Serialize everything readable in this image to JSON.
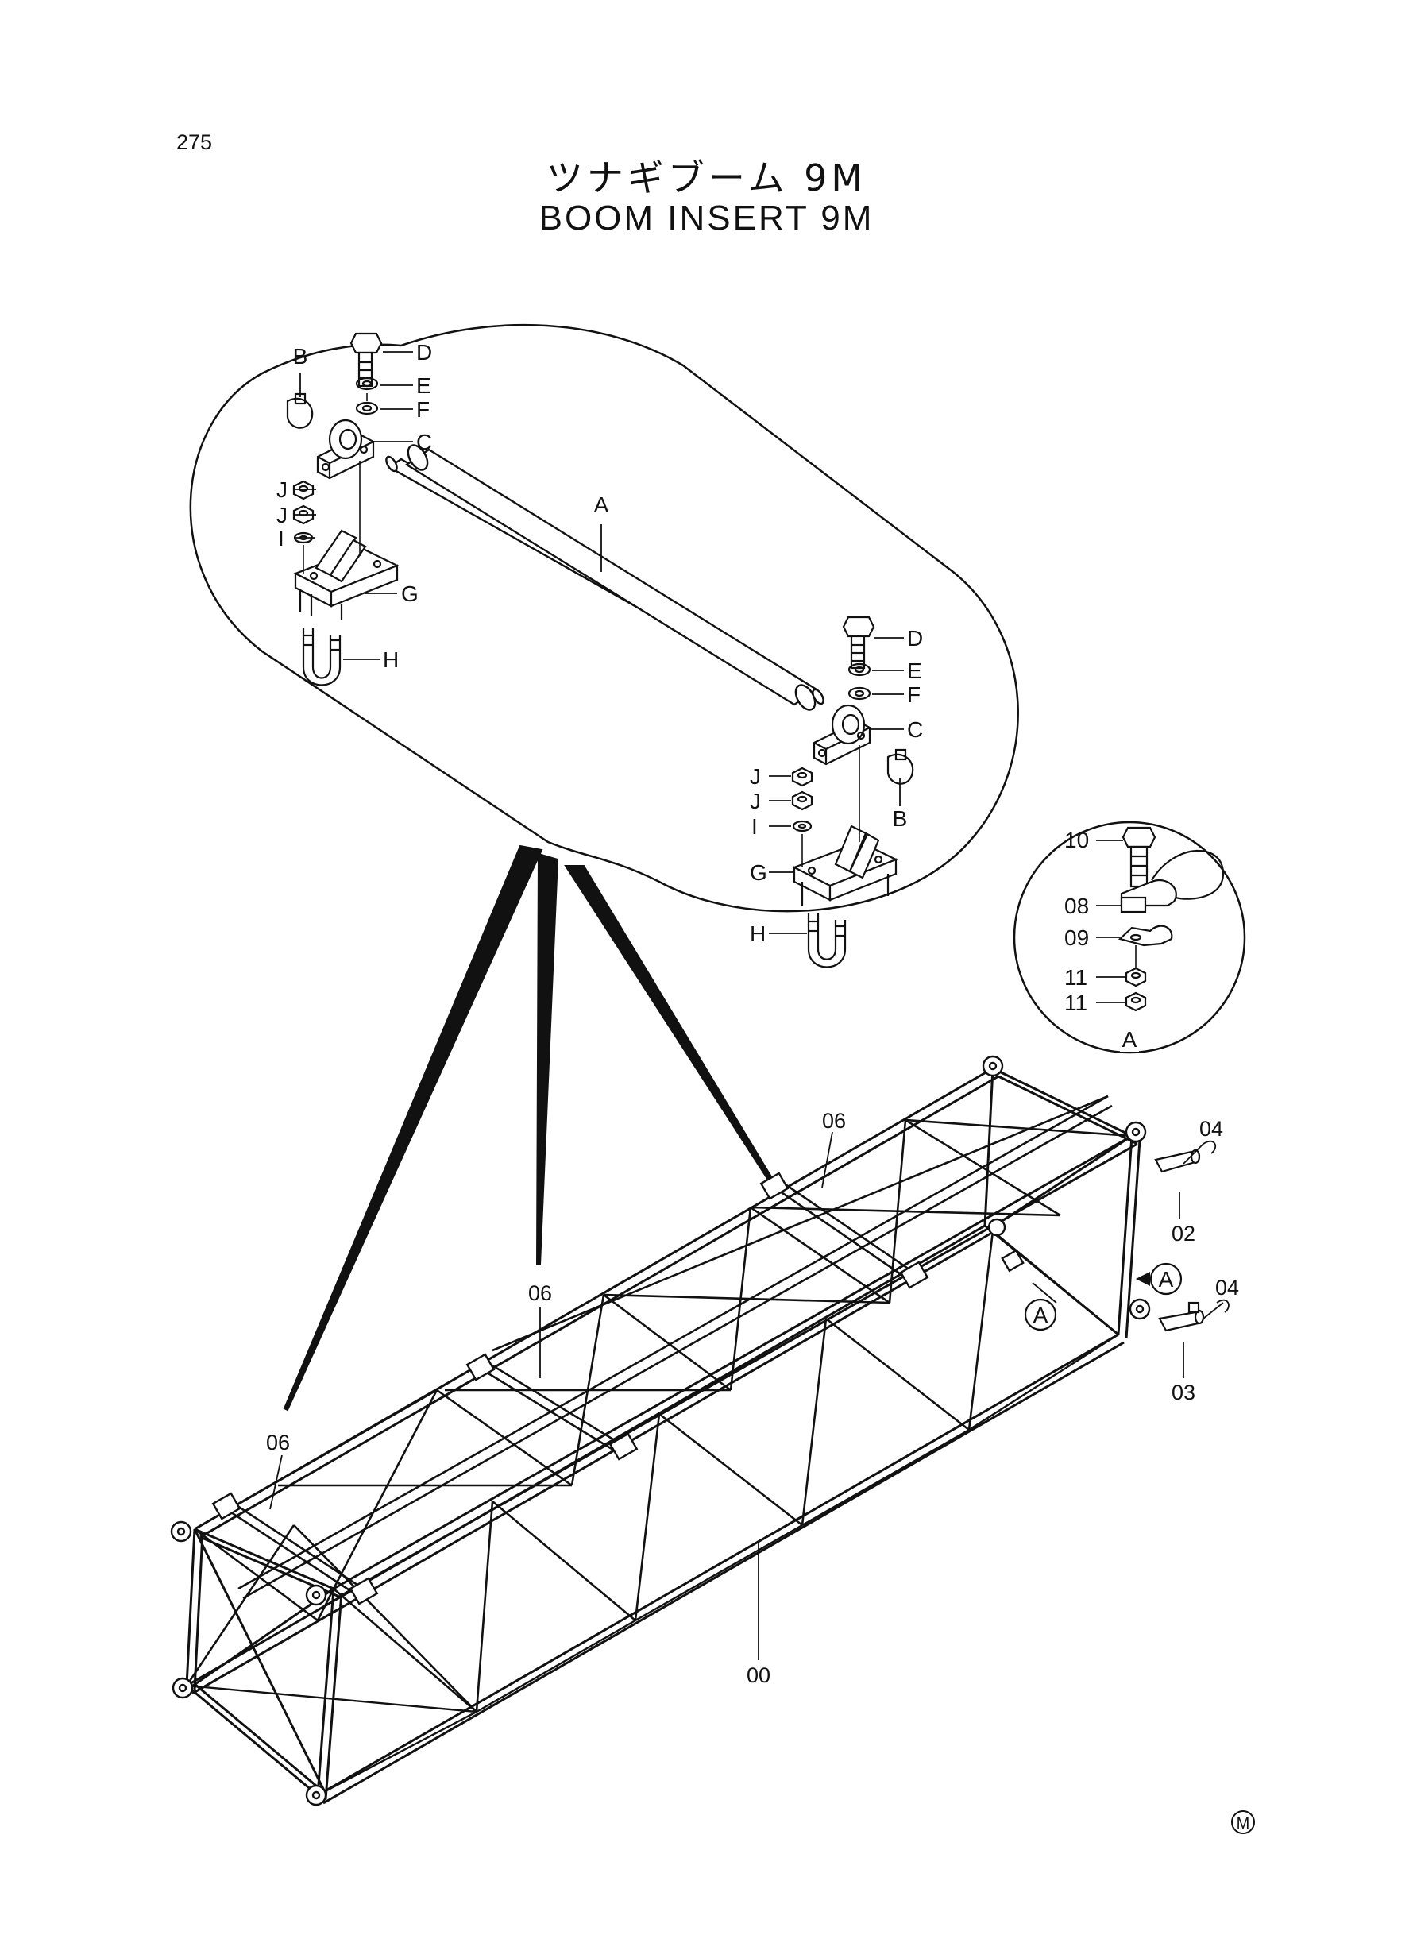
{
  "header": {
    "page_number": "275",
    "title_jp": "ツナギブーム 9M",
    "title_en": "BOOM INSERT 9M"
  },
  "detail_callouts": {
    "left_end": [
      "B",
      "D",
      "E",
      "F",
      "C",
      "J",
      "J",
      "I",
      "G",
      "H"
    ],
    "shaft": "A",
    "right_end": [
      "D",
      "E",
      "F",
      "C",
      "J",
      "J",
      "I",
      "B",
      "G",
      "H"
    ]
  },
  "detail_a": {
    "callouts": [
      "10",
      "08",
      "09",
      "11",
      "11"
    ],
    "label": "A"
  },
  "main_assembly": {
    "callouts": [
      "06",
      "06",
      "06",
      "04",
      "02",
      "04",
      "03",
      "00"
    ],
    "view_markers": [
      "A",
      "A"
    ]
  },
  "footer": {
    "mark": "M"
  }
}
